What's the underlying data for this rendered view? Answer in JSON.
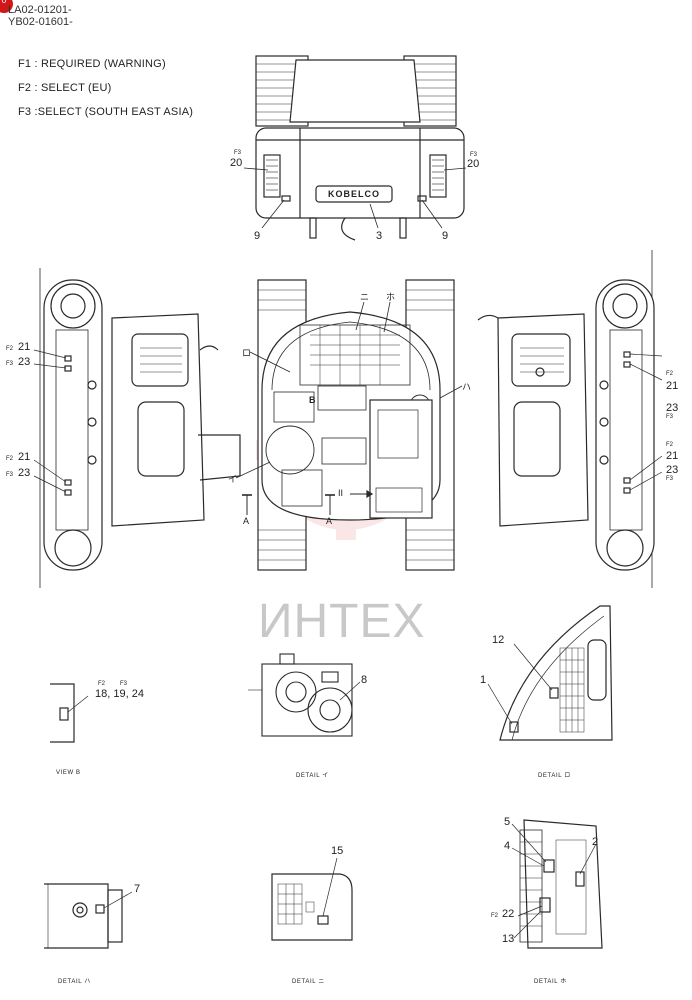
{
  "header": {
    "badge": "0",
    "code_1": "LA02-01201-",
    "code_2": "YB02-01601-"
  },
  "legend": {
    "f1": "F1 : REQUIRED (WARNING)",
    "f2": "F2 : SELECT (EU)",
    "f3": "F3 :SELECT (SOUTH EAST ASIA)"
  },
  "rear_view": {
    "brand": "KOBELCO",
    "flag_left": "F3",
    "flag_right": "F3",
    "n20_left": "20",
    "n20_right": "20",
    "n9_left": "9",
    "n9_right": "9",
    "n3": "3"
  },
  "plan_view": {
    "mark_ni": "ニ",
    "mark_ho": "ホ",
    "mark_ro": "ロ",
    "mark_ha": "ハ",
    "mark_i": "イ",
    "mark_b": "B",
    "arrow_ii": "II",
    "arrow_a_left": "A",
    "arrow_a_right": "A"
  },
  "left_side": {
    "f2_a": "F2",
    "n21_a": "21",
    "f3_a": "F3",
    "n23_a": "23",
    "f2_b": "F2",
    "n21_b": "21",
    "f3_b": "F3",
    "n23_b": "23"
  },
  "right_side": {
    "f2_a": "F2",
    "n21_a": "21",
    "n23_a": "23",
    "f3_a": "F3",
    "f2_b": "F2",
    "n21_b": "21",
    "n23_b": "23",
    "f3_b": "F3"
  },
  "watermark": "ИНТЕХ",
  "view_b": {
    "f2": "F2",
    "f3": "F3",
    "nums": "18, 19, 24",
    "caption": "VIEW B"
  },
  "detail_i": {
    "n8": "8",
    "caption": "DETAIL イ"
  },
  "detail_ro": {
    "n12": "12",
    "n1": "1",
    "caption": "DETAIL ロ"
  },
  "detail_ha": {
    "n7": "7",
    "caption": "DETAIL ハ"
  },
  "detail_ni": {
    "n15": "15",
    "caption": "DETAIL ニ"
  },
  "detail_ho": {
    "n5": "5",
    "n4": "4",
    "n2": "2",
    "f2": "F2",
    "n22": "22",
    "n13": "13",
    "caption": "DETAIL ホ"
  },
  "colors": {
    "line": "#2a2a2a",
    "watermark": "#e8a0a0",
    "badge": "#d01818"
  }
}
